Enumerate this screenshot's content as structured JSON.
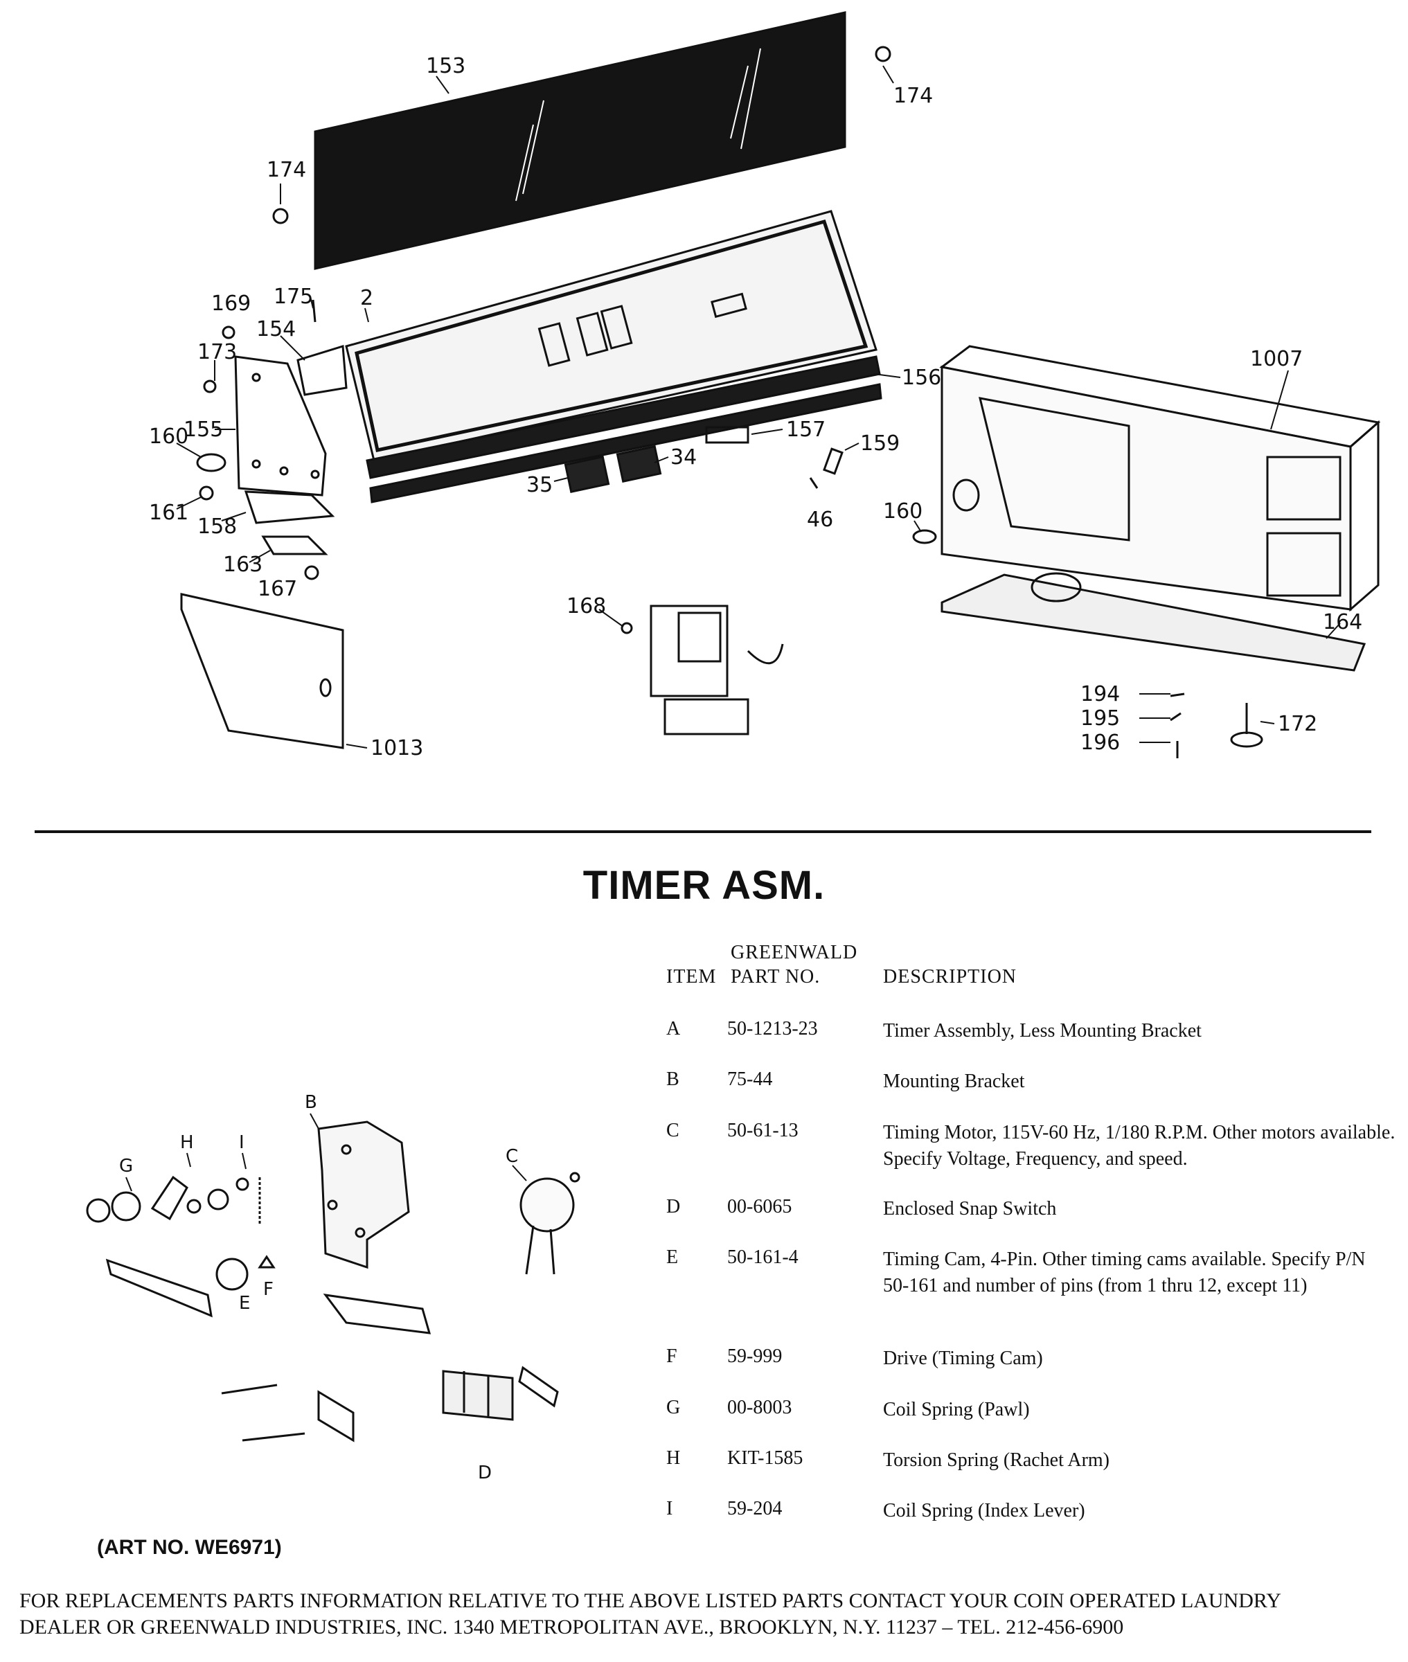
{
  "callouts": {
    "c153": "153",
    "c174a": "174",
    "c174b": "174",
    "c169": "169",
    "c175": "175",
    "c2": "2",
    "c154": "154",
    "c173": "173",
    "c156": "156",
    "c1007": "1007",
    "c155": "155",
    "c160a": "160",
    "c157": "157",
    "c159": "159",
    "c34": "34",
    "c35": "35",
    "c46": "46",
    "c160b": "160",
    "c161": "161",
    "c158": "158",
    "c163": "163",
    "c167": "167",
    "c168": "168",
    "c164": "164",
    "c194": "194",
    "c195": "195",
    "c196": "196",
    "c172": "172",
    "c1013": "1013"
  },
  "timer_callouts": {
    "A": "B",
    "C": "C",
    "G": "G",
    "H": "H",
    "I": "I",
    "E": "E",
    "F": "F",
    "D": "D"
  },
  "title": "TIMER ASM.",
  "table": {
    "header_top": "GREENWALD",
    "header_item": "ITEM",
    "header_part": "PART NO.",
    "header_desc": "DESCRIPTION",
    "rows": [
      {
        "item": "A",
        "part": "50-1213-23",
        "desc": "Timer Assembly, Less Mounting Bracket"
      },
      {
        "item": "B",
        "part": "75-44",
        "desc": "Mounting Bracket"
      },
      {
        "item": "C",
        "part": "50-61-13",
        "desc": "Timing Motor, 115V-60 Hz, 1/180 R.P.M. Other motors available. Specify Voltage, Frequency, and speed."
      },
      {
        "item": "D",
        "part": "00-6065",
        "desc": "Enclosed Snap Switch"
      },
      {
        "item": "E",
        "part": "50-161-4",
        "desc": "Timing Cam, 4-Pin. Other timing cams available. Specify P/N 50-161 and number of pins (from 1 thru 12, except 11)"
      },
      {
        "item": "F",
        "part": "59-999",
        "desc": "Drive   (Timing Cam)"
      },
      {
        "item": "G",
        "part": "00-8003",
        "desc": "Coil Spring (Pawl)"
      },
      {
        "item": "H",
        "part": "KIT-1585",
        "desc": "Torsion Spring (Rachet Arm)"
      },
      {
        "item": "I",
        "part": "59-204",
        "desc": "Coil Spring (Index Lever)"
      }
    ]
  },
  "art_no": "(ART NO. WE6971)",
  "footer": {
    "line1": "FOR REPLACEMENTS PARTS INFORMATION RELATIVE TO THE ABOVE LISTED PARTS CONTACT YOUR COIN OPERATED LAUNDRY",
    "line2": "DEALER OR GREENWALD INDUSTRIES, INC. 1340 METROPOLITAN AVE., BROOKLYN, N.Y. 11237 – TEL. 212-456-6900"
  }
}
